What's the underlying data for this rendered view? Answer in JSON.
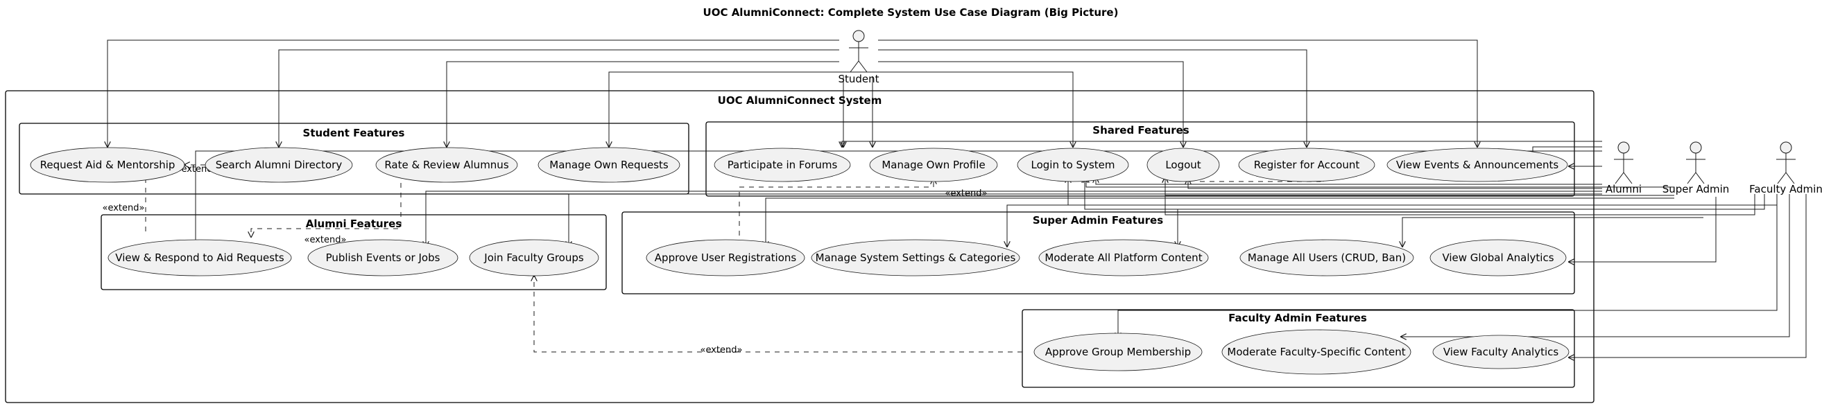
{
  "diagram": {
    "title": "UOC AlumniConnect: Complete System Use Case Diagram (Big Picture)",
    "system": {
      "title": "UOC AlumniConnect System"
    },
    "packages": {
      "student": "Student Features",
      "alumni": "Alumni Features",
      "shared": "Shared Features",
      "super_admin": "Super Admin Features",
      "faculty_admin": "Faculty Admin Features"
    },
    "actors": {
      "student": "Student",
      "alumni": "Alumni",
      "super_admin": "Super Admin",
      "faculty_admin": "Faculty Admin"
    },
    "use_cases": {
      "request_aid": "Request Aid & Mentorship",
      "search_alumni": "Search Alumni Directory",
      "rate_review": "Rate & Review Alumnus",
      "manage_requests": "Manage Own Requests",
      "view_respond_aid": "View & Respond to Aid Requests",
      "publish_events": "Publish Events or Jobs",
      "join_faculty_groups": "Join Faculty Groups",
      "participate_forums": "Participate in Forums",
      "manage_profile": "Manage Own Profile",
      "login": "Login to System",
      "logout": "Logout",
      "register": "Register for Account",
      "view_events": "View Events & Announcements",
      "approve_registrations": "Approve User Registrations",
      "manage_settings": "Manage System Settings & Categories",
      "moderate_all": "Moderate All Platform Content",
      "manage_users": "Manage All Users (CRUD, Ban)",
      "view_global_analytics": "View Global Analytics",
      "approve_group": "Approve Group Membership",
      "moderate_faculty": "Moderate Faculty-Specific Content",
      "view_faculty_analytics": "View Faculty Analytics"
    },
    "relations": {
      "extend_1": "«extend»",
      "extend_2": "«extend»",
      "extend_3": "«extend»",
      "extend_4": "«extend»",
      "extend_5": "«extend»"
    }
  }
}
